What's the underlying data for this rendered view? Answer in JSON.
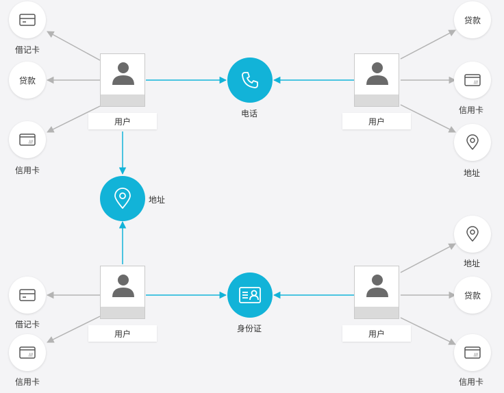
{
  "hubs": {
    "phone": {
      "label": "电话",
      "icon": "phone-icon"
    },
    "address": {
      "label": "地址",
      "icon": "location-pin-icon"
    },
    "id_card": {
      "label": "身份证",
      "icon": "id-card-icon"
    }
  },
  "users": {
    "top_left": {
      "label": "用户"
    },
    "top_right": {
      "label": "用户"
    },
    "bottom_left": {
      "label": "用户"
    },
    "bottom_right": {
      "label": "用户"
    }
  },
  "leaves": {
    "tl_debit": {
      "label": "借记卡",
      "icon": "debit-card-icon"
    },
    "tl_loan": {
      "text": "贷款"
    },
    "tl_credit": {
      "label": "信用卡",
      "icon": "credit-card-icon"
    },
    "tr_loan": {
      "text": "贷款"
    },
    "tr_credit": {
      "label": "信用卡",
      "icon": "credit-card-icon"
    },
    "tr_address": {
      "label": "地址",
      "icon": "location-pin-icon"
    },
    "bl_debit": {
      "label": "借记卡",
      "icon": "debit-card-icon"
    },
    "bl_credit": {
      "label": "信用卡",
      "icon": "credit-card-icon"
    },
    "br_address": {
      "label": "地址",
      "icon": "location-pin-icon"
    },
    "br_loan": {
      "text": "贷款"
    },
    "br_credit": {
      "label": "信用卡",
      "icon": "credit-card-icon"
    }
  },
  "colors": {
    "accent": "#12b3d8",
    "gray_link": "#b3b3b3",
    "avatar": "#6a6a6a"
  }
}
